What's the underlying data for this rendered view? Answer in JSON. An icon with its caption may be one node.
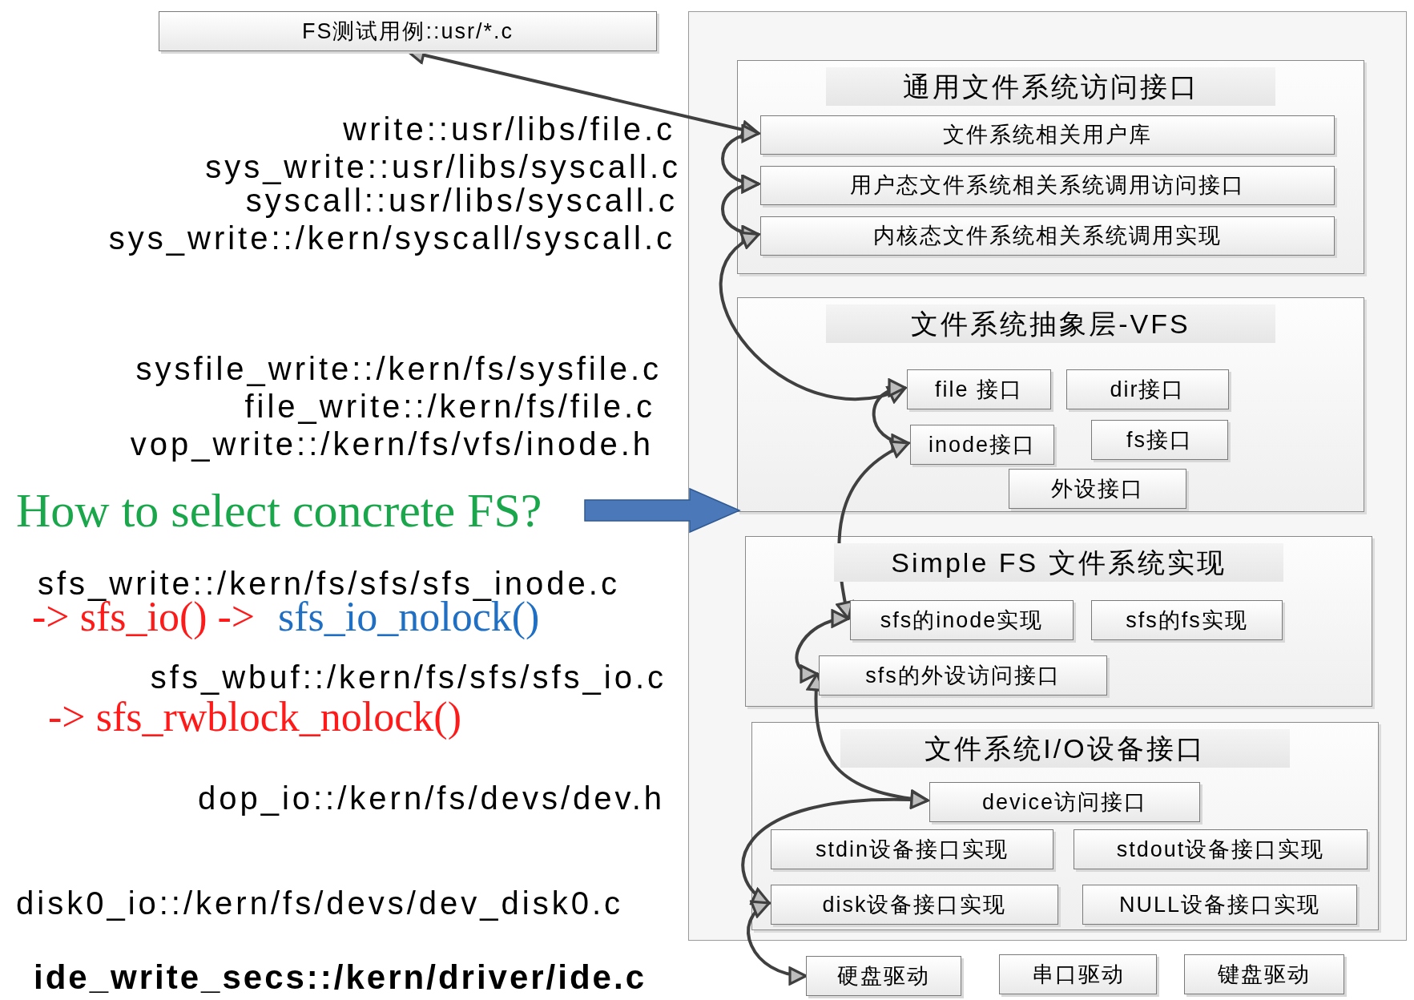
{
  "diagram": {
    "nodes": [
      {
        "text": [
          "FS测试用例::usr/*.c"
        ]
      },
      {
        "text": [],
        "shape": "box"
      },
      {
        "text": [
          "通用文件系统访问接口"
        ],
        "in": 1
      },
      {
        "text": [
          "文件系统相关用户库"
        ],
        "in": 2
      },
      {
        "text": [
          "用户态文件系统相关系统调用访问接口"
        ],
        "in": 2
      },
      {
        "text": [
          "内核态文件系统相关系统调用实现"
        ],
        "in": 2
      },
      {
        "text": [
          "文件系统抽象层-VFS"
        ],
        "in": 1
      },
      {
        "text": [
          "file 接口"
        ],
        "in": 6
      },
      {
        "text": [
          "dir接口"
        ],
        "in": 6
      },
      {
        "text": [
          "inode接口"
        ],
        "in": 6
      },
      {
        "text": [
          "fs接口"
        ],
        "in": 6
      },
      {
        "text": [
          "外设接口"
        ],
        "in": 6
      },
      {
        "text": [
          "Simple FS 文件系统实现"
        ],
        "in": 1
      },
      {
        "text": [
          "sfs的inode实现"
        ],
        "in": 12
      },
      {
        "text": [
          "sfs的fs实现"
        ],
        "in": 12
      },
      {
        "text": [
          "sfs的外设访问接口"
        ],
        "in": 12
      },
      {
        "text": [
          "文件系统I/O设备接口"
        ],
        "in": 1
      },
      {
        "text": [
          "device访问接口"
        ],
        "in": 16
      },
      {
        "text": [
          "stdin设备接口实现"
        ],
        "in": 16
      },
      {
        "text": [
          "stdout设备接口实现"
        ],
        "in": 16
      },
      {
        "text": [
          "disk设备接口实现"
        ],
        "in": 16
      },
      {
        "text": [
          "NULL设备接口实现"
        ],
        "in": 16
      },
      {
        "text": [
          "硬盘驱动"
        ]
      },
      {
        "text": [
          "串口驱动"
        ]
      },
      {
        "text": [
          "键盘驱动"
        ]
      },
      {
        "text": [
          "How to select concrete FS?"
        ]
      }
    ],
    "edges": [
      {
        "from": 0,
        "to": 3,
        "arrow": "both"
      },
      {
        "from": 3,
        "to": 4,
        "arrow": "both"
      },
      {
        "from": 4,
        "to": 5,
        "arrow": "both"
      },
      {
        "from": 5,
        "to": 7,
        "arrow": "both"
      },
      {
        "from": 7,
        "to": 9,
        "arrow": "both"
      },
      {
        "from": 9,
        "to": 13,
        "arrow": "both"
      },
      {
        "from": 13,
        "to": 15,
        "arrow": "both"
      },
      {
        "from": 15,
        "to": 17,
        "arrow": "both"
      },
      {
        "from": 17,
        "to": 20,
        "arrow": "both"
      },
      {
        "from": 20,
        "to": 22,
        "arrow": "both"
      },
      {
        "from": 25,
        "to": 6,
        "arrow": "to",
        "style": "thick",
        "color": "#4a78b8"
      }
    ],
    "labels": [
      "write::usr/libs/file.c",
      "sys_write::usr/libs/syscall.c",
      "syscall::usr/libs/syscall.c",
      "sys_write::/kern/syscall/syscall.c",
      "sysfile_write::/kern/fs/sysfile.c",
      "file_write::/kern/fs/file.c",
      "vop_write::/kern/fs/vfs/inode.h",
      "sfs_write::/kern/fs/sfs/sfs_inode.c",
      "-> sfs_io() ->",
      "sfs_io_nolock()",
      "sfs_wbuf::/kern/fs/sfs/sfs_io.c",
      "-> sfs_rwblock_nolock()",
      "dop_io::/kern/fs/devs/dev.h",
      "disk0_io::/kern/fs/devs/dev_disk0.c",
      "ide_write_secs::/kern/driver/ide.c"
    ]
  }
}
